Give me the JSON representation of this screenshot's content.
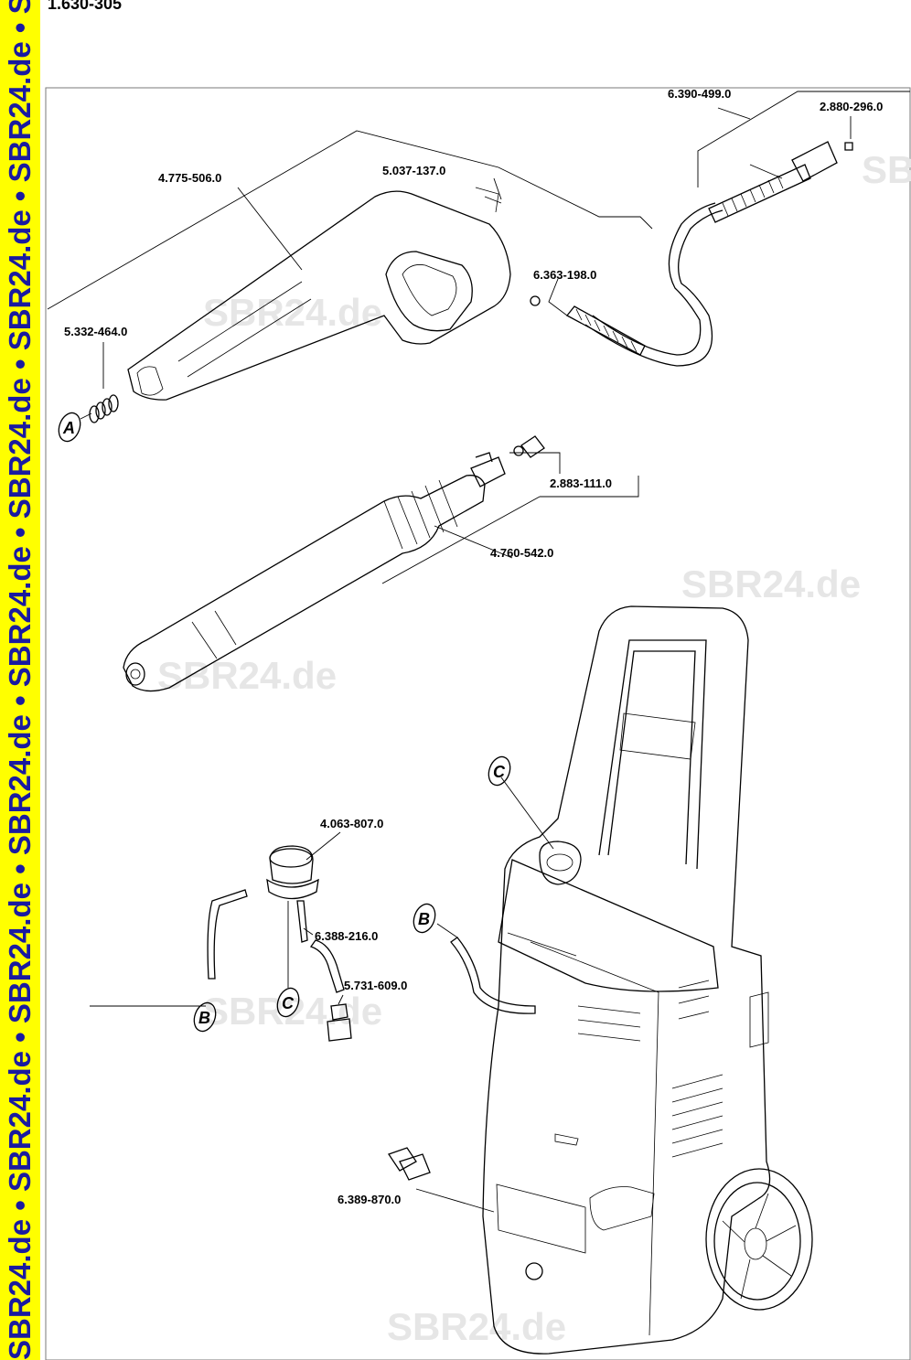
{
  "doc_number": "1.630-305",
  "sidebar_text": "SBR24.de • SBR24.de • SBR24.de • SBR24.de • SBR24.de • SBR24.de • SBR24.de • SBR24.de • SBR24",
  "watermark": "SBR24.de",
  "watermark_partial": "SB",
  "parts": {
    "p1": "6.390-499.0",
    "p2": "2.880-296.0",
    "p3": "4.775-506.0",
    "p4": "5.037-137.0",
    "p5": "6.363-198.0",
    "p6": "5.332-464.0",
    "p7": "2.883-111.0",
    "p8": "4.760-542.0",
    "p9": "4.063-807.0",
    "p10": "6.388-216.0",
    "p11": "5.731-609.0",
    "p12": "6.389-870.0"
  },
  "callouts": {
    "a": "A",
    "b": "B",
    "c": "C"
  }
}
